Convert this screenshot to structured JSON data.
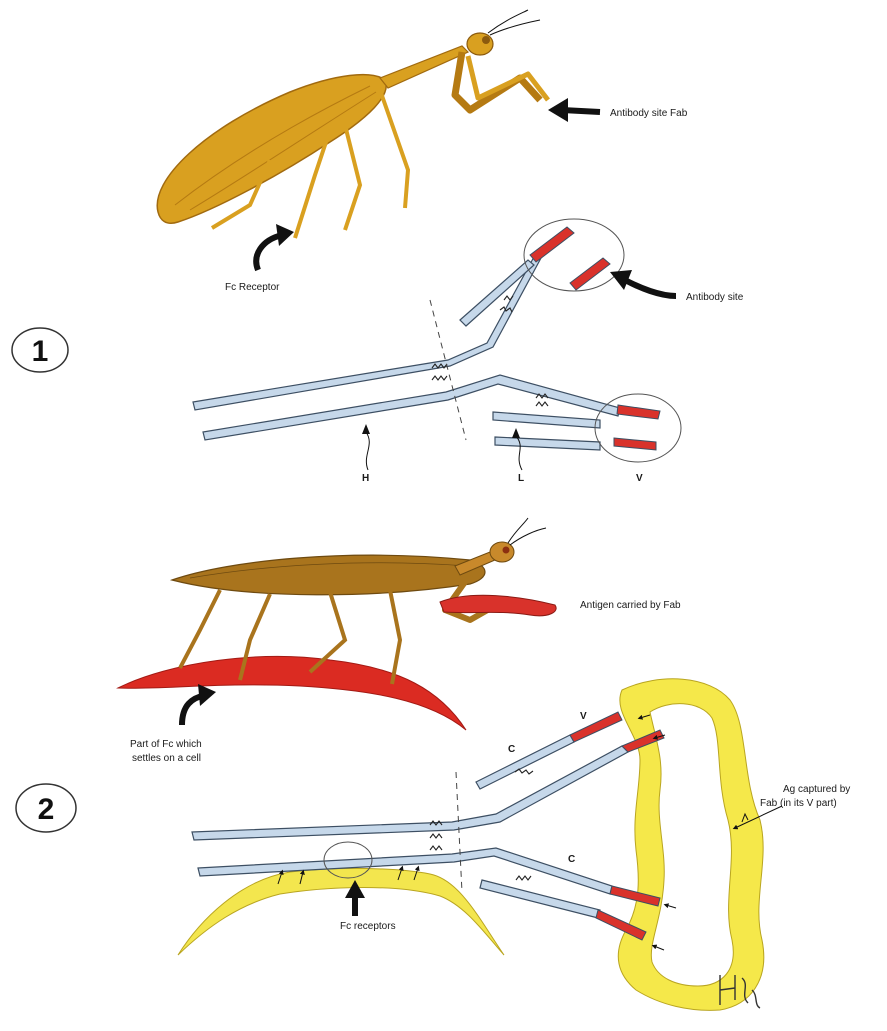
{
  "panel1": {
    "number": "1",
    "labels": {
      "fab": "Antibody site Fab",
      "fc_receptor": "Fc Receptor",
      "antibody_site": "Antibody site",
      "h": "H",
      "l": "L",
      "v": "V"
    }
  },
  "panel2": {
    "number": "2",
    "labels": {
      "antigen": "Antigen carried by Fab",
      "fc_part_line1": "Part of Fc which",
      "fc_part_line2": "settles on a cell",
      "c_top": "C",
      "v_top": "V",
      "c_bottom": "C",
      "ag_line1": "Ag captured by",
      "ag_line2": "Fab (in its V part)",
      "fc_receptors": "Fc receptors"
    }
  },
  "colors": {
    "mantis_body": "#d9a020",
    "mantis_dark": "#b57a12",
    "mantis_brown": "#a9741d",
    "antibody_chain": "#c6d8ea",
    "variable_region": "#d9322b",
    "cell_red": "#db2b22",
    "antigen_yellow": "#f5e84a",
    "cell_yellow": "#f3e64e"
  }
}
